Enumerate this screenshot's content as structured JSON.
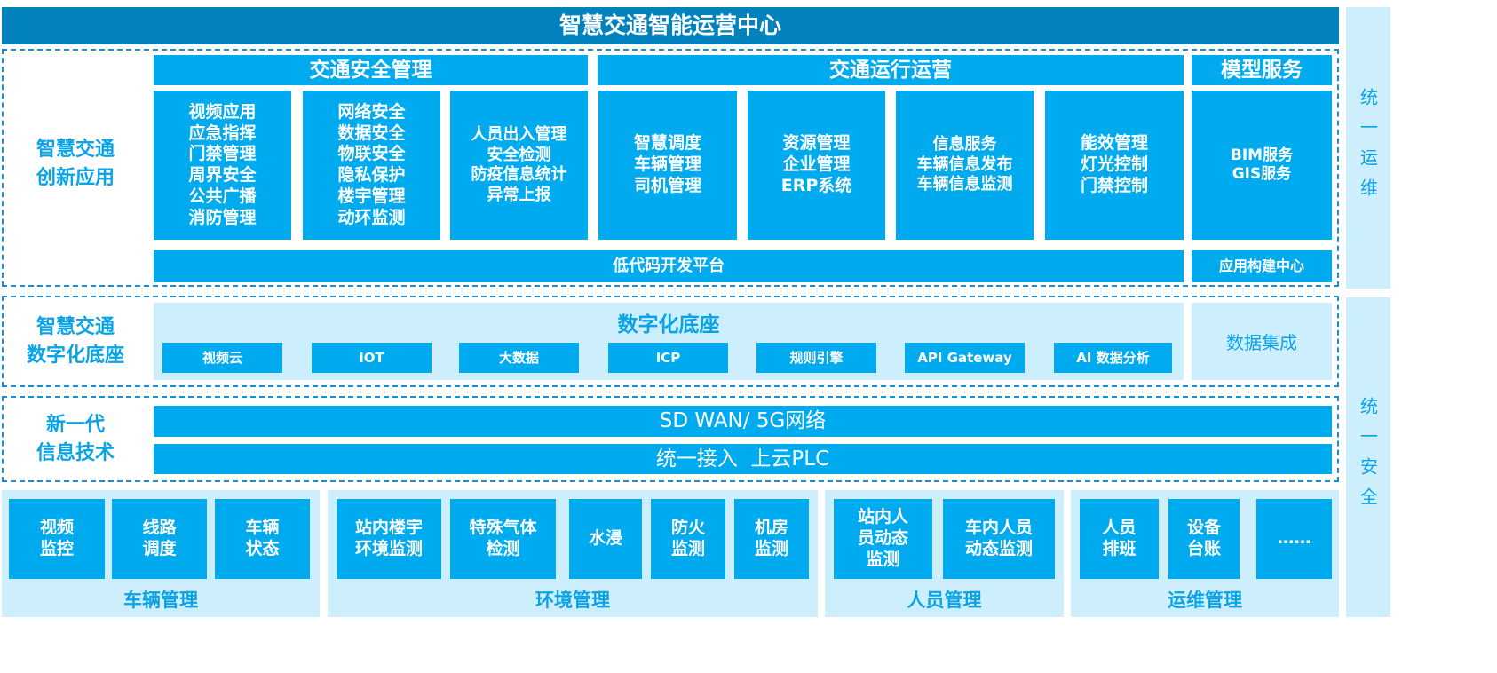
{
  "title": "智慧交通智能运营中心",
  "side": {
    "ops": "统一运维",
    "security": "统一安全"
  },
  "apps": {
    "label": "智慧交通\n创新应用",
    "headers": [
      "交通安全管理",
      "交通运行运营",
      "模型服务"
    ],
    "boxes": [
      "视频应用\n应急指挥\n门禁管理\n周界安全\n公共广播\n消防管理",
      "网络安全\n数据安全\n物联安全\n隐私保护\n楼宇管理\n动环监测",
      "人员出入管理\n安全检测\n防疫信息统计\n异常上报",
      "智慧调度\n车辆管理\n司机管理",
      "资源管理\n企业管理\nERP系统",
      "信息服务\n车辆信息发布\n车辆信息监测",
      "能效管理\n灯光控制\n门禁控制",
      "BIM服务\nGIS服务"
    ],
    "lowcode": "低代码开发平台",
    "builder": "应用构建中心"
  },
  "digital": {
    "label": "智慧交通\n数字化底座",
    "title": "数字化底座",
    "chips": [
      "视频云",
      "IOT",
      "大数据",
      "ICP",
      "规则引擎",
      "API Gateway",
      "AI 数据分析"
    ],
    "integration": "数据集成"
  },
  "network": {
    "label": "新一代\n信息技术",
    "bars": [
      "SD WAN/ 5G网络",
      "统一接入  上云PLC"
    ]
  },
  "groups": [
    {
      "label": "车辆管理",
      "items": [
        "视频\n监控",
        "线路\n调度",
        "车辆\n状态"
      ]
    },
    {
      "label": "环境管理",
      "items": [
        "站内楼宇\n环境监测",
        "特殊气体\n检测",
        "水浸",
        "防火\n监测",
        "机房\n监测"
      ]
    },
    {
      "label": "人员管理",
      "items": [
        "站内人\n员动态\n监测",
        "车内人员\n动态监测"
      ]
    },
    {
      "label": "运维管理",
      "items": [
        "人员\n排班",
        "设备\n台账",
        "……"
      ]
    }
  ]
}
